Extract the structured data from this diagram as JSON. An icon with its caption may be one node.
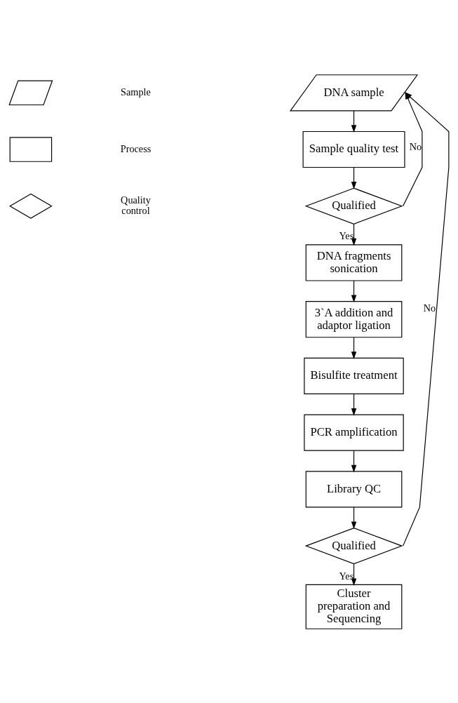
{
  "diagram": {
    "nodes": [
      {
        "text": [],
        "shape": "parallelogram"
      },
      {
        "text": [],
        "shape": "box"
      },
      {
        "text": [],
        "shape": "diamond"
      },
      {
        "text": [
          "DNA sample"
        ]
      },
      {
        "text": [
          "Sample quality test"
        ]
      },
      {
        "text": [
          "Qualified"
        ]
      },
      {
        "text": [
          "DNA fragments sonication"
        ]
      },
      {
        "text": [
          "3`A addition and adaptor ligation"
        ]
      },
      {
        "text": [
          "Bisulfite treatment"
        ]
      },
      {
        "text": [
          "PCR amplification"
        ]
      },
      {
        "text": [
          "Library QC"
        ]
      },
      {
        "text": [
          "Qualified"
        ]
      },
      {
        "text": [
          "Cluster preparation and Sequencing"
        ]
      }
    ],
    "edges": [
      {
        "from": 3,
        "to": 4,
        "arrow": "to"
      },
      {
        "from": 4,
        "to": 5,
        "arrow": "to"
      },
      {
        "from": 5,
        "to": 6,
        "arrow": "to",
        "label": "Yes"
      },
      {
        "from": 6,
        "to": 7,
        "arrow": "to"
      },
      {
        "from": 7,
        "to": 8,
        "arrow": "to"
      },
      {
        "from": 8,
        "to": 9,
        "arrow": "to"
      },
      {
        "from": 9,
        "to": 10,
        "arrow": "to"
      },
      {
        "from": 10,
        "to": 11,
        "arrow": "to"
      },
      {
        "from": 11,
        "to": 12,
        "arrow": "to",
        "label": "Yes"
      },
      {
        "from": 5,
        "to": 3,
        "arrow": "to",
        "label": "No"
      },
      {
        "from": 11,
        "to": 3,
        "arrow": "to",
        "label": "No"
      }
    ],
    "legend": [
      {
        "text": "Sample"
      },
      {
        "text": "Process"
      },
      {
        "text": "Quality control"
      }
    ]
  }
}
